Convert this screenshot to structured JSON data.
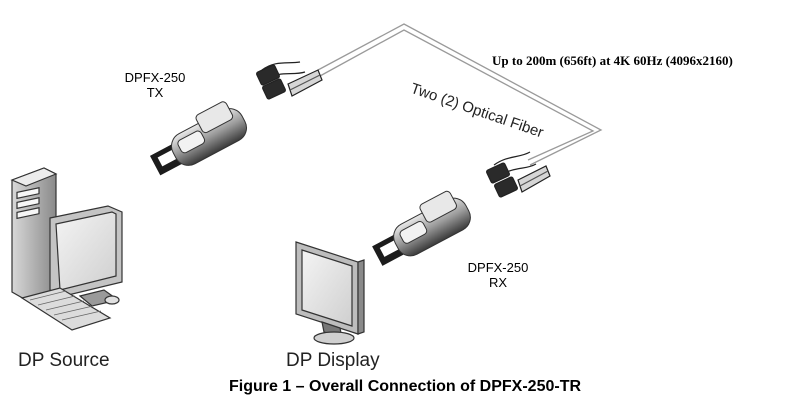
{
  "tx_label": {
    "model": "DPFX-250",
    "role": "TX"
  },
  "rx_label": {
    "model": "DPFX-250",
    "role": "RX"
  },
  "fiber_label": "Two (2) Optical Fiber",
  "distance_label": "Up to 200m (656ft) at 4K 60Hz (4096x2160)",
  "source_label": "DP Source",
  "display_label": "DP Display",
  "caption": "Figure 1 – Overall Connection of DPFX-250-TR"
}
